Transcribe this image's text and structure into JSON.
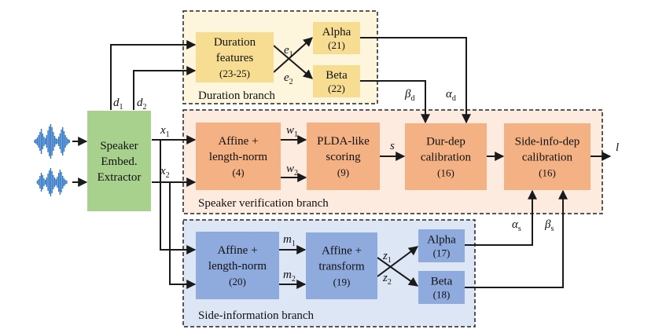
{
  "branches": {
    "duration": "Duration branch",
    "verification": "Speaker verification branch",
    "side_info": "Side-information branch"
  },
  "blocks": {
    "extractor": [
      "Speaker",
      "Embed.",
      "Extractor"
    ],
    "duration_features": [
      "Duration",
      "features",
      "(23-25)"
    ],
    "dur_alpha": [
      "Alpha",
      "(21)"
    ],
    "dur_beta": [
      "Beta",
      "(22)"
    ],
    "sv_affine": [
      "Affine +",
      "length-norm",
      "(4)"
    ],
    "plda": [
      "PLDA-like",
      "scoring",
      "(9)"
    ],
    "dur_calib": [
      "Dur-dep",
      "calibration",
      "(16)"
    ],
    "side_calib": [
      "Side-info-dep",
      "calibration",
      "(16)"
    ],
    "si_affine": [
      "Affine +",
      "length-norm",
      "(20)"
    ],
    "si_transform": [
      "Affine +",
      "transform",
      "(19)"
    ],
    "si_alpha": [
      "Alpha",
      "(17)"
    ],
    "si_beta": [
      "Beta",
      "(18)"
    ]
  },
  "symbols": {
    "d1": {
      "base": "d",
      "sub": "1"
    },
    "d2": {
      "base": "d",
      "sub": "2"
    },
    "e1": {
      "base": "e",
      "sub": "1"
    },
    "e2": {
      "base": "e",
      "sub": "2"
    },
    "x1": {
      "base": "x",
      "sub": "1"
    },
    "x2": {
      "base": "x",
      "sub": "2"
    },
    "w1": {
      "base": "w",
      "sub": "1"
    },
    "w2": {
      "base": "w",
      "sub": "2"
    },
    "s": {
      "base": "s",
      "sub": ""
    },
    "l": {
      "base": "l",
      "sub": ""
    },
    "beta_d": {
      "base": "β",
      "sub": "d"
    },
    "alpha_d": {
      "base": "α",
      "sub": "d"
    },
    "alpha_s": {
      "base": "α",
      "sub": "s"
    },
    "beta_s": {
      "base": "β",
      "sub": "s"
    },
    "m1": {
      "base": "m",
      "sub": "1"
    },
    "m2": {
      "base": "m",
      "sub": "2"
    },
    "z1": {
      "base": "z",
      "sub": "1"
    },
    "z2": {
      "base": "z",
      "sub": "2"
    }
  },
  "colors": {
    "extractor": "#a9d18e",
    "duration_block": "#f7dd92",
    "duration_panel": "#fdf6dc",
    "verification_block": "#f4b183",
    "verification_panel": "#fdebe0",
    "side_block": "#8faadc",
    "side_panel": "#dce6f4",
    "waveform": "#2e75c4"
  }
}
